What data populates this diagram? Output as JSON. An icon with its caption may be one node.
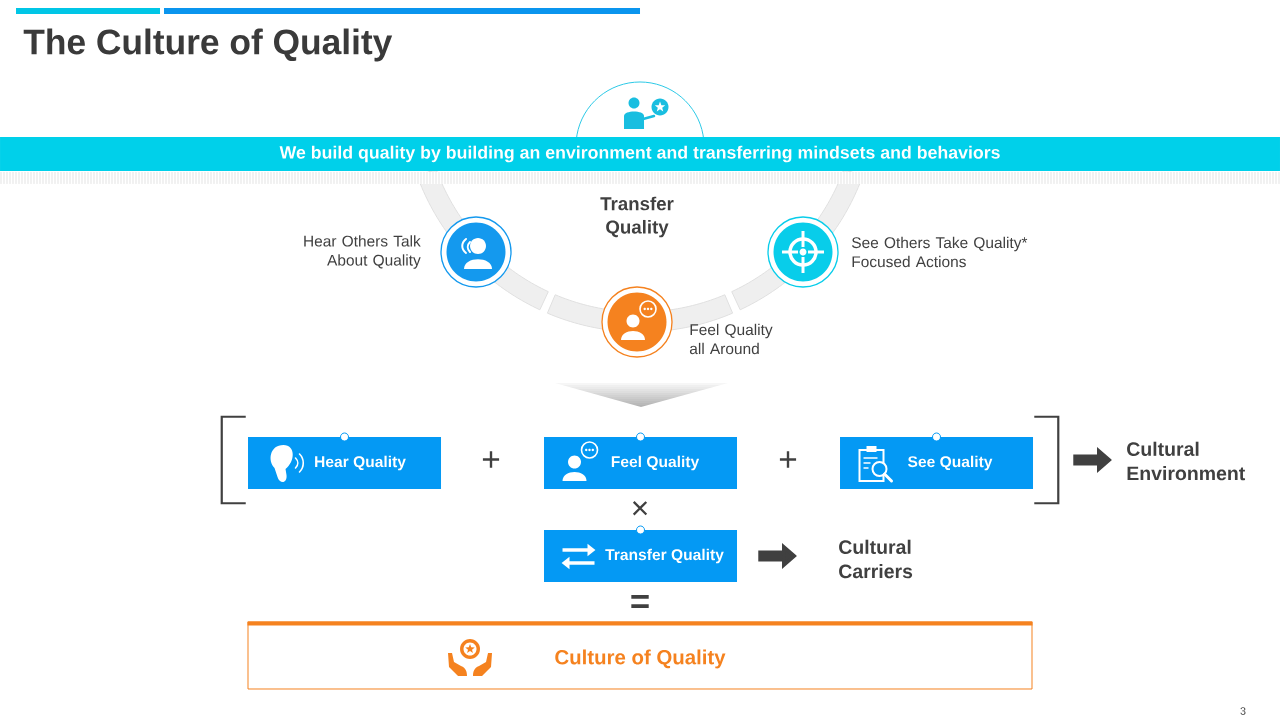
{
  "diagram": {
    "title": "The Culture of Quality",
    "nodes": [
      {
        "text": [
          "We build quality by building an environment and transferring mindsets and behaviors"
        ]
      },
      {
        "text": [],
        "shape": "circle",
        "beside": [
          "Hear Others Talk About Quality"
        ]
      },
      {
        "text": [],
        "shape": "circle",
        "beside": [
          "Feel Quality all Around"
        ]
      },
      {
        "text": [],
        "shape": "circle",
        "beside": [
          "See Others Take Quality* Focused Actions"
        ]
      },
      {
        "text": [],
        "shape": "bracket"
      },
      {
        "text": [
          "Hear Quality"
        ],
        "in": 4
      },
      {
        "text": [
          "Feel Quality"
        ],
        "in": 4
      },
      {
        "text": [
          "See Quality"
        ],
        "in": 4
      },
      {
        "text": [
          "Cultural Environment"
        ]
      },
      {
        "text": [
          "Transfer Quality"
        ]
      },
      {
        "text": [
          "Cultural Carriers"
        ]
      },
      {
        "text": [
          "Culture of Quality"
        ]
      }
    ],
    "edges": [
      {
        "from": 4,
        "to": 8,
        "arrow": "to"
      },
      {
        "from": 9,
        "to": 10,
        "arrow": "to"
      }
    ],
    "labels": [
      "Transfer Quality",
      "+",
      "+",
      "×",
      "=",
      "3"
    ]
  }
}
